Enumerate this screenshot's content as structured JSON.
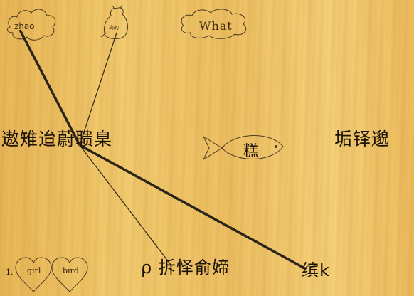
{
  "top_row": {
    "cloud_left_label": "zhao",
    "bird_label": "鸟的",
    "cloud_right_label": "What"
  },
  "middle_row": {
    "left_word": "遨雉迨蔚聩臬",
    "fish_label": "糕",
    "right_word": "垢铎邈"
  },
  "bottom_row": {
    "number_label": "1.",
    "heart_left_label": "girl",
    "heart_right_label": "bird",
    "center_word": "ρ 拆怿俞媂",
    "right_word": "缤k"
  },
  "colors": {
    "line": "#2b2418",
    "outline": "#4a3a20"
  }
}
